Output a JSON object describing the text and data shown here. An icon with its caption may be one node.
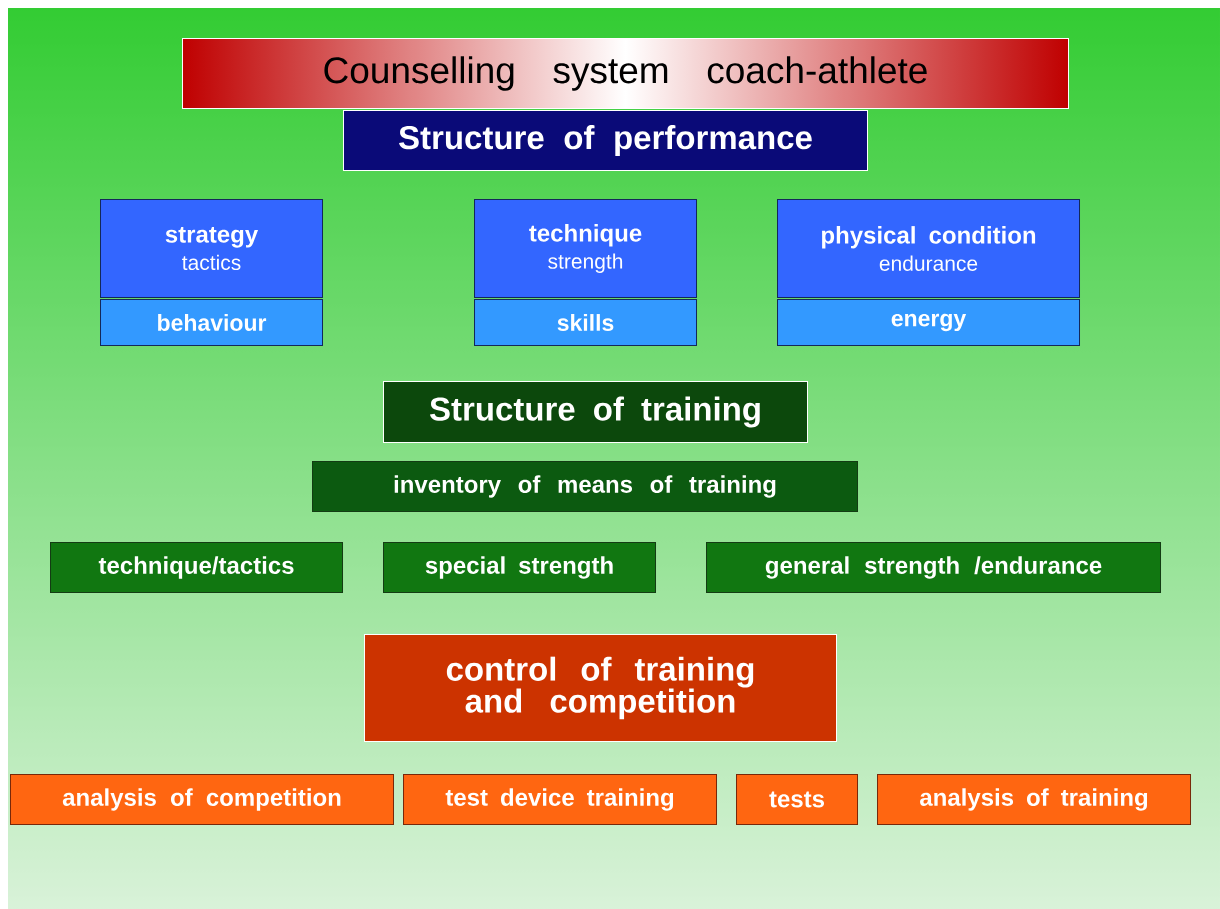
{
  "diagram": {
    "nodes": [
      {
        "text": [
          "Counselling system coach-athlete"
        ]
      },
      {
        "text": [
          "Structure of performance"
        ]
      },
      {
        "text": [
          "strategy",
          "tactics"
        ]
      },
      {
        "text": [
          "technique",
          "strength"
        ]
      },
      {
        "text": [
          "physical condition",
          "endurance"
        ]
      },
      {
        "text": [
          "behaviour"
        ]
      },
      {
        "text": [
          "skills"
        ]
      },
      {
        "text": [
          "energy"
        ]
      },
      {
        "text": [
          "Structure of training"
        ]
      },
      {
        "text": [
          "inventory of means of training"
        ]
      },
      {
        "text": [
          "technique/tactics"
        ]
      },
      {
        "text": [
          "special strength"
        ]
      },
      {
        "text": [
          "general strength /endurance"
        ]
      },
      {
        "text": [
          "control of training and competition"
        ]
      },
      {
        "text": [
          "analysis of competition"
        ]
      },
      {
        "text": [
          "test device training"
        ]
      },
      {
        "text": [
          "tests"
        ]
      },
      {
        "text": [
          "analysis of training"
        ]
      }
    ]
  }
}
